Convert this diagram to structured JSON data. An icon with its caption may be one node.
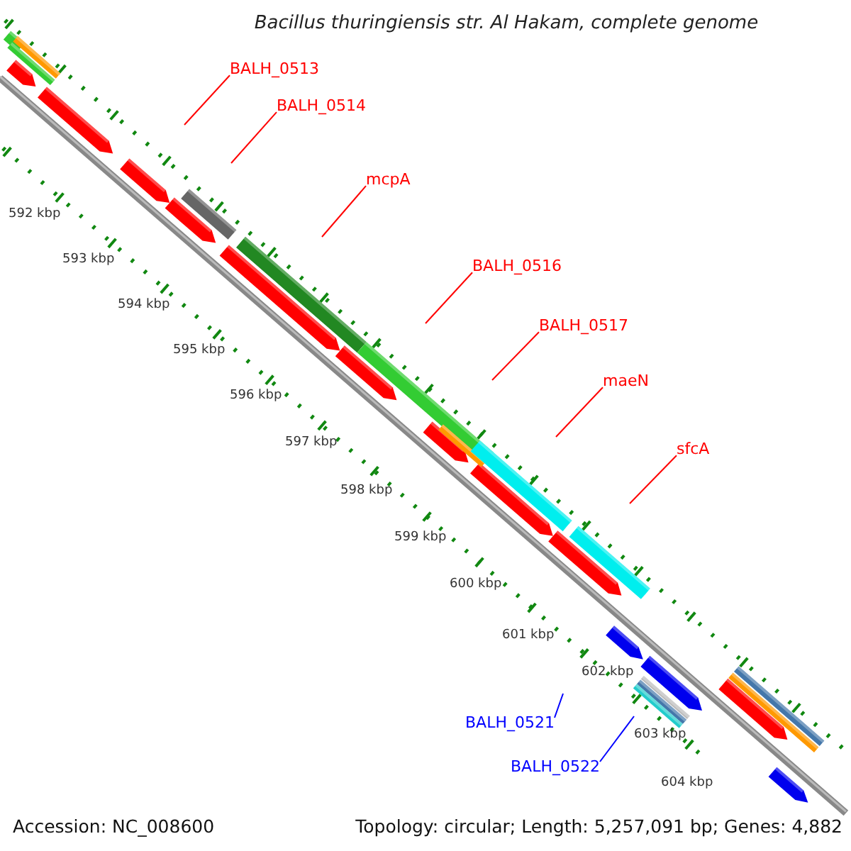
{
  "diagram": {
    "title": "Bacillus thuringiensis str. Al Hakam, complete genome",
    "nodes": [
      {
        "text": [
          "BALH_0513"
        ]
      },
      {
        "text": [
          "BALH_0514"
        ]
      },
      {
        "text": [
          "mcpA"
        ]
      },
      {
        "text": [
          "BALH_0516"
        ]
      },
      {
        "text": [
          "BALH_0517"
        ]
      },
      {
        "text": [
          "maeN"
        ]
      },
      {
        "text": [
          "sfcA"
        ]
      },
      {
        "text": [
          "BALH_0521"
        ]
      },
      {
        "text": [
          "BALH_0522"
        ]
      }
    ],
    "edges": [
      {
        "from": 0,
        "to": null,
        "arrow": "none"
      },
      {
        "from": 1,
        "to": null,
        "arrow": "none"
      },
      {
        "from": 2,
        "to": null,
        "arrow": "none"
      },
      {
        "from": 3,
        "to": null,
        "arrow": "none"
      },
      {
        "from": 4,
        "to": null,
        "arrow": "none"
      },
      {
        "from": 5,
        "to": null,
        "arrow": "none"
      },
      {
        "from": 6,
        "to": null,
        "arrow": "none"
      },
      {
        "from": 7,
        "to": null,
        "arrow": "none",
        "color": "#0000ff"
      },
      {
        "from": 8,
        "to": null,
        "arrow": "none",
        "color": "#0000ff"
      }
    ],
    "labels": [
      "592 kbp",
      "593 kbp",
      "594 kbp",
      "595 kbp",
      "596 kbp",
      "597 kbp",
      "598 kbp",
      "599 kbp",
      "600 kbp",
      "601 kbp",
      "602 kbp",
      "603 kbp",
      "604 kbp",
      "Accession: NC_008600",
      "Topology: circular; Length: 5,257,091 bp; Genes: 4,882"
    ]
  }
}
